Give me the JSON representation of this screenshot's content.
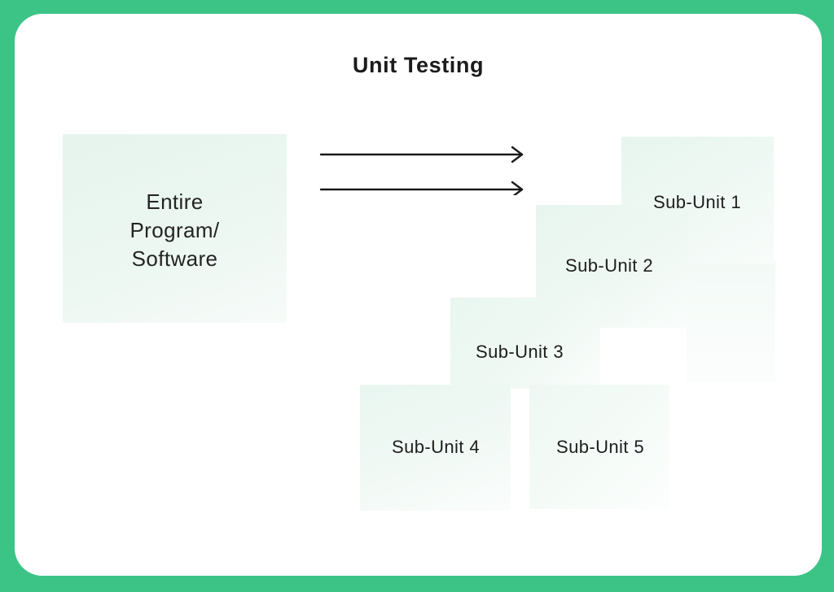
{
  "diagram": {
    "title": "Unit Testing",
    "source": {
      "label": "Entire\nProgram/\nSoftware"
    },
    "sub_units": [
      {
        "label": "Sub-Unit 1"
      },
      {
        "label": "Sub-Unit 2"
      },
      {
        "label": "Sub-Unit 3"
      },
      {
        "label": "Sub-Unit 4"
      },
      {
        "label": "Sub-Unit 5"
      }
    ],
    "icons": {
      "flow_arrow_top": "right-arrow-icon",
      "flow_arrow_bottom": "right-arrow-icon"
    }
  },
  "colors": {
    "frame_green": "#3cc487",
    "card_white": "#ffffff",
    "box_mint": "#e9f6f0",
    "text_dark": "#1d1d1d",
    "arrow_black": "#1a1a1a"
  }
}
